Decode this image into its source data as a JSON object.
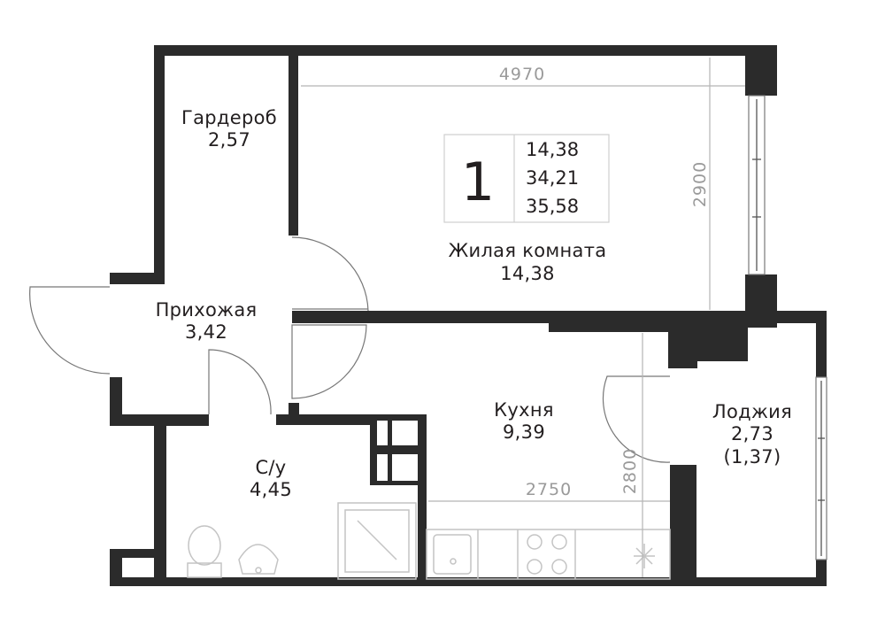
{
  "plan": {
    "rooms_count": "1",
    "areas": [
      "14,38",
      "34,21",
      "35,58"
    ],
    "rooms": [
      {
        "id": "wardrobe",
        "name": "Гардероб",
        "area": "2,57"
      },
      {
        "id": "living",
        "name": "Жилая комната",
        "area": "14,38"
      },
      {
        "id": "hall",
        "name": "Прихожая",
        "area": "3,42"
      },
      {
        "id": "kitchen",
        "name": "Кухня",
        "area": "9,39"
      },
      {
        "id": "loggia",
        "name": "Лоджия",
        "area": "2,73",
        "area_reduced": "(1,37)"
      },
      {
        "id": "bathroom",
        "name": "С/у",
        "area": "4,45"
      }
    ],
    "dimensions": {
      "living_width": "4970",
      "living_depth": "2900",
      "kitchen_width": "2750",
      "kitchen_depth": "2800"
    },
    "colors": {
      "wall": "#2b2b2b",
      "dimension": "#9a9a9a",
      "text": "#231f20"
    }
  }
}
